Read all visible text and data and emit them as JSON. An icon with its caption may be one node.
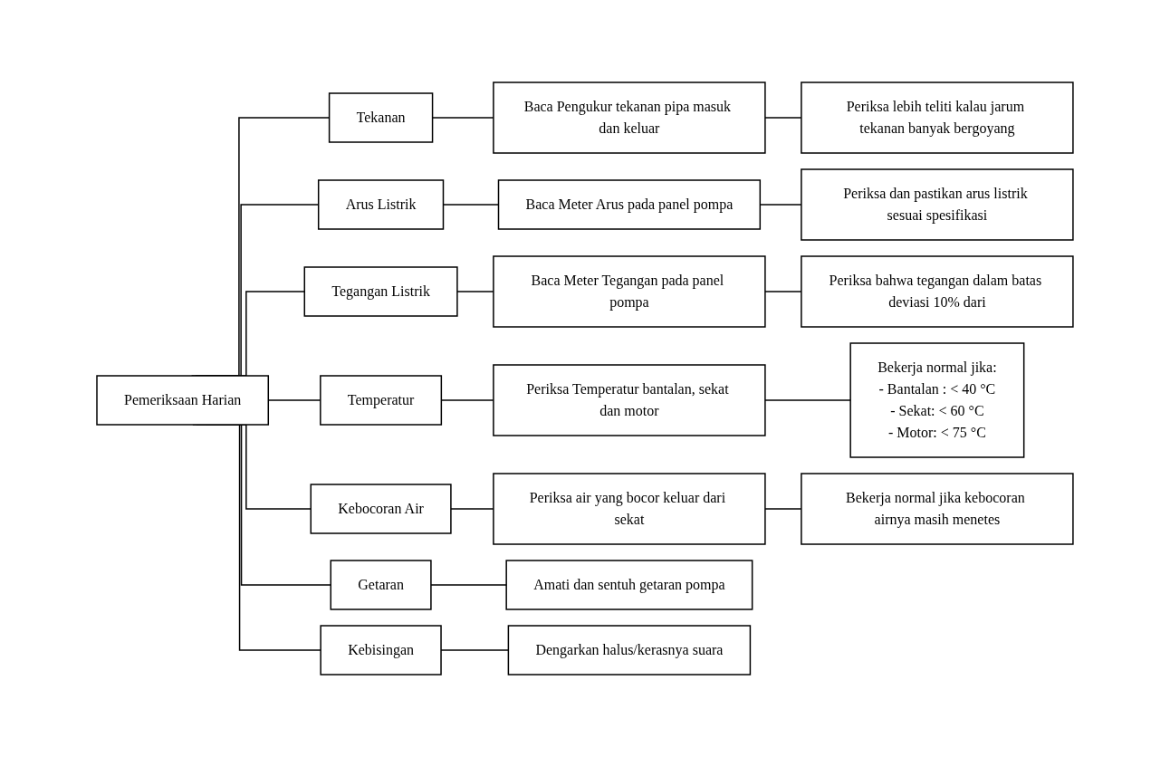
{
  "diagram": {
    "nodes": [
      {
        "text": [
          "Pemeriksaan Harian"
        ]
      },
      {
        "text": [
          "Tekanan"
        ]
      },
      {
        "text": [
          "Baca Pengukur tekanan pipa masuk dan keluar"
        ]
      },
      {
        "text": [
          "Periksa lebih teliti kalau jarum tekanan banyak bergoyang"
        ]
      },
      {
        "text": [
          "Arus Listrik"
        ]
      },
      {
        "text": [
          "Baca Meter Arus pada panel pompa"
        ]
      },
      {
        "text": [
          "Periksa dan pastikan arus listrik sesuai spesifikasi"
        ]
      },
      {
        "text": [
          "Tegangan Listrik"
        ]
      },
      {
        "text": [
          "Baca Meter Tegangan pada panel pompa"
        ]
      },
      {
        "text": [
          "Periksa bahwa tegangan dalam batas deviasi 10% dari"
        ]
      },
      {
        "text": [
          "Temperatur"
        ]
      },
      {
        "text": [
          "Periksa Temperatur bantalan, sekat dan motor"
        ]
      },
      {
        "text": [
          "Bekerja normal jika:",
          "- Bantalan : < 40 °C",
          "- Sekat: < 60 °C",
          "- Motor: < 75 °C"
        ]
      },
      {
        "text": [
          "Kebocoran Air"
        ]
      },
      {
        "text": [
          "Periksa air yang bocor keluar dari sekat"
        ]
      },
      {
        "text": [
          "Bekerja normal jika kebocoran airnya masih menetes"
        ]
      },
      {
        "text": [
          "Getaran"
        ]
      },
      {
        "text": [
          "Amati dan sentuh getaran pompa"
        ]
      },
      {
        "text": [
          "Kebisingan"
        ]
      },
      {
        "text": [
          "Dengarkan halus/kerasnya suara"
        ]
      }
    ],
    "edges": [
      {
        "from": 0,
        "to": 1,
        "arrow": "none"
      },
      {
        "from": 0,
        "to": 4,
        "arrow": "none"
      },
      {
        "from": 0,
        "to": 7,
        "arrow": "none"
      },
      {
        "from": 0,
        "to": 10,
        "arrow": "none"
      },
      {
        "from": 0,
        "to": 13,
        "arrow": "none"
      },
      {
        "from": 0,
        "to": 16,
        "arrow": "none"
      },
      {
        "from": 0,
        "to": 18,
        "arrow": "none"
      },
      {
        "from": 1,
        "to": 2,
        "arrow": "none"
      },
      {
        "from": 2,
        "to": 3,
        "arrow": "none"
      },
      {
        "from": 4,
        "to": 5,
        "arrow": "none"
      },
      {
        "from": 5,
        "to": 6,
        "arrow": "none"
      },
      {
        "from": 7,
        "to": 8,
        "arrow": "none"
      },
      {
        "from": 8,
        "to": 9,
        "arrow": "none"
      },
      {
        "from": 10,
        "to": 11,
        "arrow": "none"
      },
      {
        "from": 11,
        "to": 12,
        "arrow": "none"
      },
      {
        "from": 13,
        "to": 14,
        "arrow": "none"
      },
      {
        "from": 14,
        "to": 15,
        "arrow": "none"
      },
      {
        "from": 16,
        "to": 17,
        "arrow": "none"
      },
      {
        "from": 18,
        "to": 19,
        "arrow": "none"
      }
    ]
  }
}
